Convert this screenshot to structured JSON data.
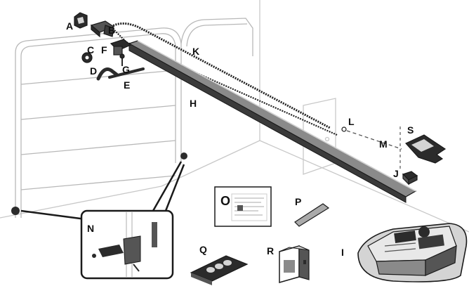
{
  "colors": {
    "line": "#1a1a1a",
    "dark": "#2b2b2b",
    "mid": "#8a8a8a",
    "light": "#d4d4d4",
    "wall": "#c8c8c8",
    "background": "#ffffff"
  },
  "labels": {
    "A": "A",
    "B": "B",
    "C": "C",
    "D": "D",
    "E": "E",
    "F": "F",
    "G": "G",
    "H": "H",
    "I": "I",
    "J": "J",
    "K": "K",
    "L": "L",
    "M": "M",
    "N": "N",
    "O": "O",
    "P": "P",
    "Q": "Q",
    "R": "R",
    "S": "S"
  },
  "icons": {
    "header_bracket": "wall-bracket-icon",
    "trolley": "trolley-icon",
    "rail": "rail-icon",
    "chain": "chain-icon",
    "motor": "motor-unit-icon",
    "remote": "remote-control-icon",
    "keypad": "wall-control-icon",
    "manual": "manual-sheet-icon",
    "safety_sensor": "safety-sensor-icon"
  }
}
